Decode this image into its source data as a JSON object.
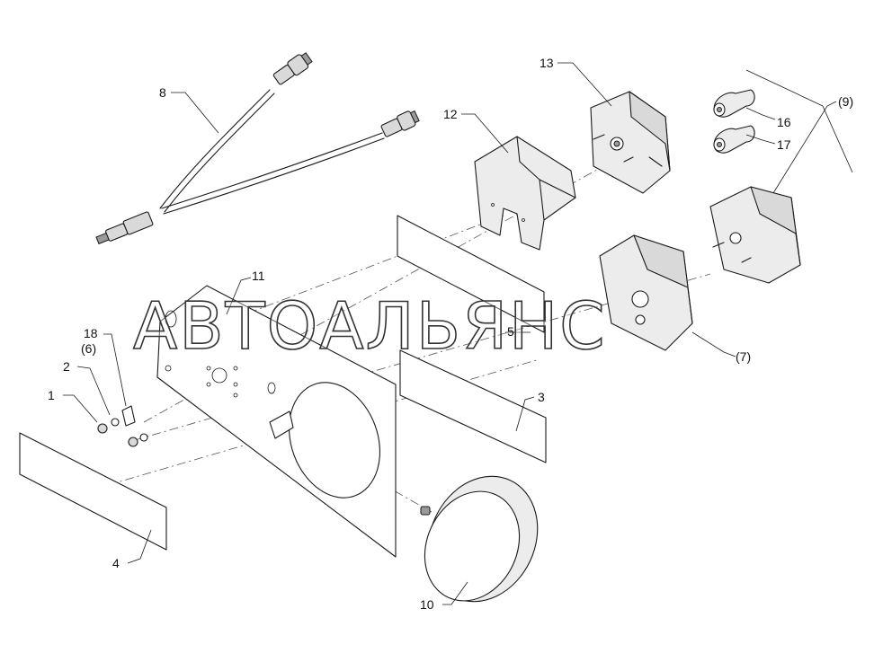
{
  "watermark": "АВТОАЛЬЯНС",
  "callouts": {
    "c1": "1",
    "c2": "2",
    "c3": "3",
    "c4": "4",
    "c5": "5",
    "c6": "(6)",
    "c7": "(7)",
    "c8": "8",
    "c9": "(9)",
    "c10": "10",
    "c11": "11",
    "c12": "12",
    "c13": "13",
    "c16": "16",
    "c17": "17",
    "c18": "18"
  }
}
